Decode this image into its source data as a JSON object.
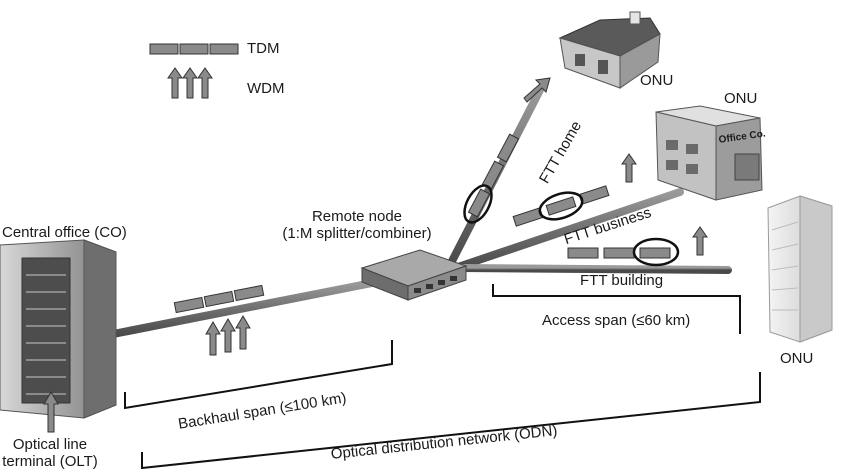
{
  "legend": {
    "tdm": "TDM",
    "wdm": "WDM"
  },
  "central_office": {
    "title": "Central office (CO)",
    "olt_line1": "Optical line",
    "olt_line2": "terminal (OLT)"
  },
  "remote_node": {
    "line1": "Remote node",
    "line2": "(1:M splitter/combiner)"
  },
  "branches": {
    "home": "FTT home",
    "business": "FTT business",
    "building": "FTT building"
  },
  "onus": {
    "house": "ONU",
    "office": "ONU",
    "tower": "ONU"
  },
  "office_sign": "Office Co.",
  "spans": {
    "access": "Access span (≤60 km)",
    "backhaul": "Backhaul span (≤100 km)",
    "odn": "Optical distribution network (ODN)"
  }
}
